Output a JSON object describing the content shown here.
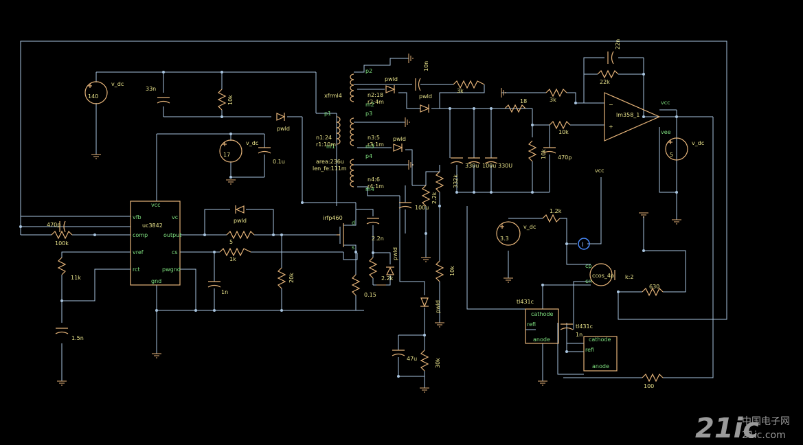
{
  "schematic": {
    "components": {
      "pwm_ic": {
        "name": "uc3842",
        "pins": [
          "vcc",
          "vfb",
          "comp",
          "vref",
          "rct",
          "gnd",
          "vc",
          "output",
          "cs",
          "pwgnd"
        ]
      },
      "mosfet": {
        "name": "irfp460",
        "pins": [
          "d",
          "s"
        ]
      },
      "transformer": {
        "name": "xfrml4",
        "n1": "n1:24",
        "r1": "r1:10m",
        "n2": "n2:18",
        "r2": "r2:4m",
        "n3": "n3:5",
        "r3": "r3:1m",
        "n4": "n4:6",
        "r4": "r4:1m",
        "area": "area:236u",
        "len": "len_fe:111m",
        "pins": [
          "p1",
          "p2",
          "m2",
          "p3",
          "m3",
          "p4",
          "m4",
          "m1"
        ]
      },
      "opamp": {
        "name": "lm358_1",
        "vcc": "vcc",
        "vee": "vee"
      },
      "optocoupler": {
        "name": "ccos_4p",
        "ratio": "k:2",
        "pins": [
          "cp",
          "cn"
        ]
      },
      "shunt1": {
        "name": "tl431c",
        "pins": [
          "cathode",
          "refi",
          "anode"
        ]
      },
      "shunt2": {
        "name": "tl431c",
        "pins": [
          "cathode",
          "refi",
          "anode"
        ]
      },
      "probe": {
        "label": "I"
      }
    },
    "sources": [
      {
        "name": "v_dc",
        "value": "140"
      },
      {
        "name": "v_dc",
        "value": "17"
      },
      {
        "name": "v_dc",
        "value": "3.3"
      },
      {
        "name": "v_dc",
        "value": "5"
      }
    ],
    "rail_label": "vcc",
    "passives": {
      "c_33n": "33n",
      "r_10k_top": "10k",
      "c_01u": "0.1u",
      "c_470p": "470p",
      "r_100k": "100k",
      "r_11k": "11k",
      "c_15n": "1.5n",
      "r_5": "5",
      "r_1k": "1k",
      "c_1n": "1n",
      "r_20k": "20k",
      "r_015": "0.15",
      "c_22n": "2.2n",
      "r_22k_snub": "2.2k",
      "c_10n": "10n",
      "r_3k_a": "3k",
      "r_18": "18",
      "c_330u_a": "330u",
      "c_100u_a": "100u",
      "c_330u_b": "330U",
      "r_10k_fb": "10k",
      "r_10k_out": "10k",
      "c_470p_b": "470p",
      "r_3k_b": "3k",
      "c_22n_top": "22n",
      "r_22k_top": "22k",
      "c_100u_b": "100u",
      "r_22k_b": "2.2k",
      "r_332k": "332k",
      "r_10k_low": "10k",
      "c_47u": "47u",
      "r_30k": "30k",
      "r_12k": "1.2k",
      "c_1n_b": "1n",
      "r_630": "630",
      "r_100": "100"
    },
    "diode_label": "pwld"
  },
  "watermark": {
    "brand": "21ic",
    "name": "中国电子网",
    "domain": "21ic.com"
  },
  "colors": {
    "wire": "#a9c5e0",
    "component": "#e7b57a",
    "label": "#e8e28a",
    "pin": "#7fe07f",
    "background": "#000000"
  }
}
